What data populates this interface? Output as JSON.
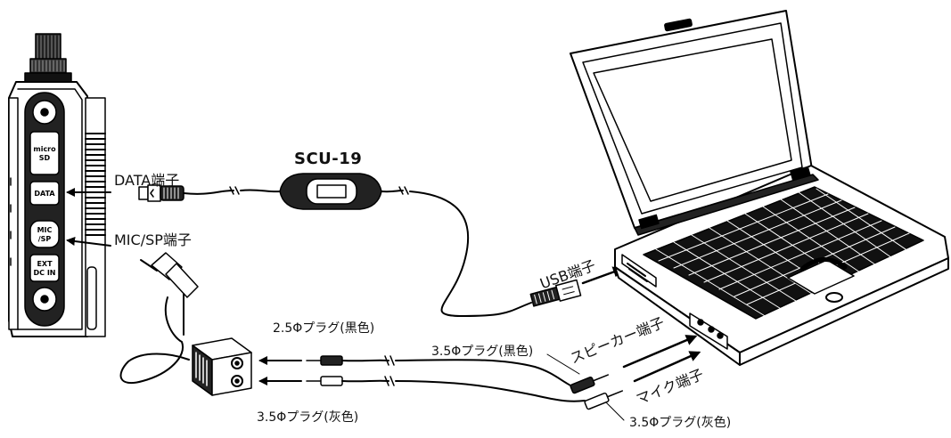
{
  "radio": {
    "buttons": [
      "micro\nSD",
      "DATA",
      "MIC\n/SP",
      "EXT\nDC IN"
    ]
  },
  "labels": {
    "scu19": "SCU-19",
    "data_port": "DATA端子",
    "mic_sp_port": "MIC/SP端子",
    "usb_port": "USB端子",
    "plug_25_black": "2.5Φプラグ(黒色)",
    "plug_35_black": "3.5Φプラグ(黒色)",
    "speaker_port": "スピーカー端子",
    "mic_port": "マイク端子",
    "plug_35_gray_left": "3.5Φプラグ(灰色)",
    "plug_35_gray_right": "3.5Φプラグ(灰色)"
  }
}
